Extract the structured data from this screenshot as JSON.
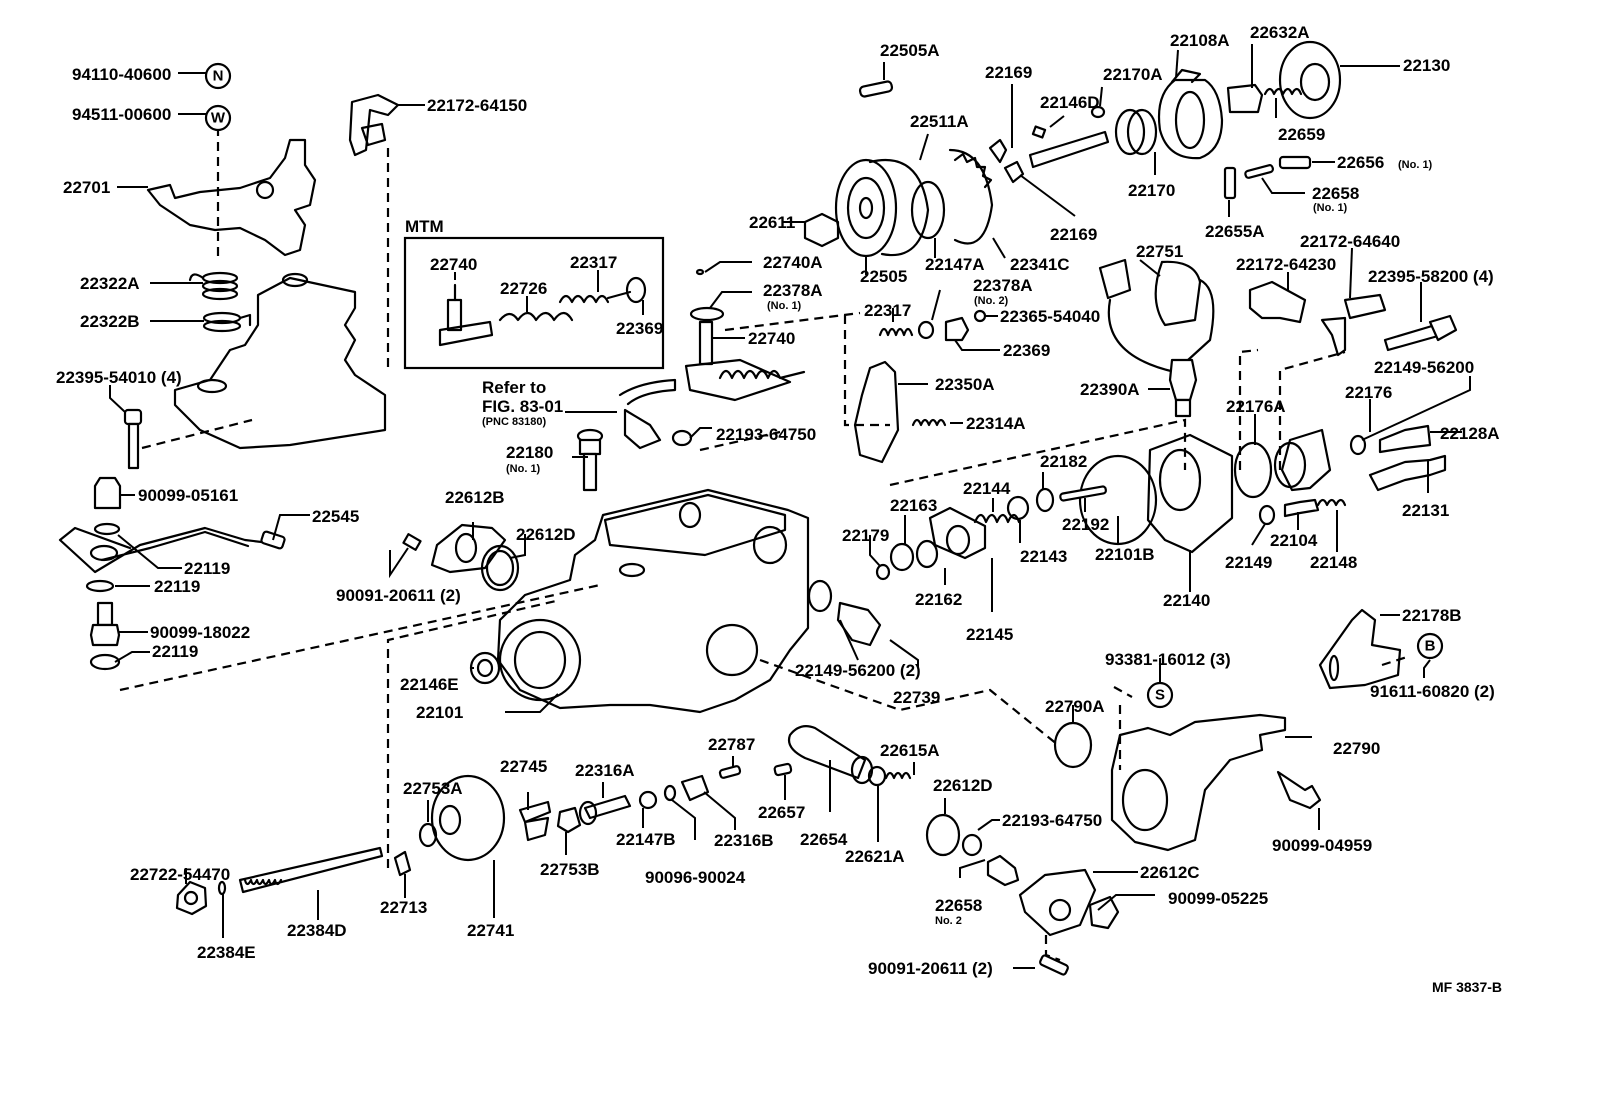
{
  "diagram": {
    "title": "Injection pump exploded parts diagram",
    "figure_code": "MF 3837-B",
    "inset": {
      "title": "MTM",
      "parts": [
        "22740",
        "22726",
        "22317",
        "22369"
      ]
    },
    "reference_note": {
      "line1": "Refer to",
      "line2": "FIG. 83-01",
      "line3": "(PNC 83180)"
    },
    "symbols": {
      "N": "N",
      "W": "W",
      "S": "S",
      "B": "B"
    },
    "labels": {
      "p94110_40600": "94110-40600",
      "p94511_00600": "94511-00600",
      "p22701": "22701",
      "p22322A": "22322A",
      "p22322B": "22322B",
      "p22172_64150": "22172-64150",
      "p22395_54010": "22395-54010 (4)",
      "p90099_05161": "90099-05161",
      "p22545": "22545",
      "p22119_a": "22119",
      "p22119_b": "22119",
      "p22119_c": "22119",
      "p90099_18022": "90099-18022",
      "mtm_22740": "22740",
      "mtm_22726": "22726",
      "mtm_22317": "22317",
      "mtm_22369": "22369",
      "p22180": "22180",
      "p22180_sub": "(No. 1)",
      "p22612B": "22612B",
      "p22612D_a": "22612D",
      "p90091_20611_a": "90091-20611 (2)",
      "p22611": "22611",
      "p22740A": "22740A",
      "p22378A_1": "22378A",
      "p22378A_1_sub": "(No. 1)",
      "p22740": "22740",
      "p22193_64750_a": "22193-64750",
      "p22505A": "22505A",
      "p22511A": "22511A",
      "p22505": "22505",
      "p22147A": "22147A",
      "p22341C": "22341C",
      "p22169_a": "22169",
      "p22169_b": "22169",
      "p22146D": "22146D",
      "p22170A": "22170A",
      "p22170": "22170",
      "p22108A": "22108A",
      "p22632A": "22632A",
      "p22130": "22130",
      "p22659": "22659",
      "p22656": "22656",
      "p22656_sub": "(No. 1)",
      "p22658_1": "22658",
      "p22658_1_sub": "(No. 1)",
      "p22655A": "22655A",
      "p22317": "22317",
      "p22378A_2": "22378A",
      "p22378A_2_sub": "(No. 2)",
      "p22365_54040": "22365-54040",
      "p22369": "22369",
      "p22350A": "22350A",
      "p22314A": "22314A",
      "p22751": "22751",
      "p22390A": "22390A",
      "p22172_64230": "22172-64230",
      "p22172_64640": "22172-64640",
      "p22395_58200": "22395-58200 (4)",
      "p22149_56200_a": "22149-56200",
      "p22176": "22176",
      "p22176A": "22176A",
      "p22128A": "22128A",
      "p22131": "22131",
      "p22104": "22104",
      "p22149": "22149",
      "p22148": "22148",
      "p22140": "22140",
      "p22101B": "22101B",
      "p22192": "22192",
      "p22182": "22182",
      "p22143": "22143",
      "p22144": "22144",
      "p22163": "22163",
      "p22179": "22179",
      "p22162": "22162",
      "p22145": "22145",
      "p22149_56200_b": "22149-56200 (2)",
      "p22739": "22739",
      "p22146E": "22146E",
      "p22101": "22101",
      "p22178B": "22178B",
      "p91611_60820": "91611-60820 (2)",
      "p93381_16012": "93381-16012 (3)",
      "p22790A": "22790A",
      "p22790": "22790",
      "p90099_04959": "90099-04959",
      "p22612C": "22612C",
      "p90099_05225": "90099-05225",
      "p22612D_b": "22612D",
      "p22193_64750_b": "22193-64750",
      "p22658_2": "22658",
      "p22658_2_sub": "No. 2",
      "p90091_20611_b": "90091-20611 (2)",
      "p22787": "22787",
      "p22615A": "22615A",
      "p22745": "22745",
      "p22316A": "22316A",
      "p22147B": "22147B",
      "p22316B": "22316B",
      "p22657": "22657",
      "p22654": "22654",
      "p22621A": "22621A",
      "p22753A": "22753A",
      "p22753B": "22753B",
      "p90096_90024": "90096-90024",
      "p22722_54470": "22722-54470",
      "p22384E": "22384E",
      "p22384D": "22384D",
      "p22713": "22713",
      "p22741": "22741"
    }
  }
}
